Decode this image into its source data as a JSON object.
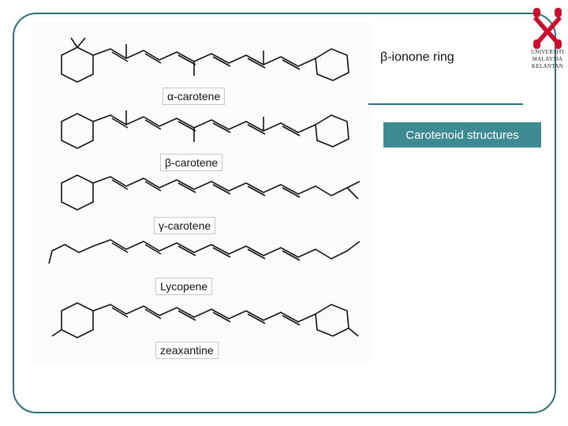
{
  "slide": {
    "ring_label": "β-ionone ring",
    "title_banner": "Carotenoid structures"
  },
  "molecules": [
    {
      "label": "α-carotene"
    },
    {
      "label": "β-carotene"
    },
    {
      "label": "γ-carotene"
    },
    {
      "label": "Lycopene"
    },
    {
      "label": "zeaxantine"
    }
  ],
  "logo": {
    "line1": "UNIVERSITI",
    "line2": "MALAYSIA",
    "line3": "KELANTAN",
    "color": "#c8102e"
  },
  "colors": {
    "frame": "#2f6f7a",
    "banner": "#3d8a92"
  }
}
